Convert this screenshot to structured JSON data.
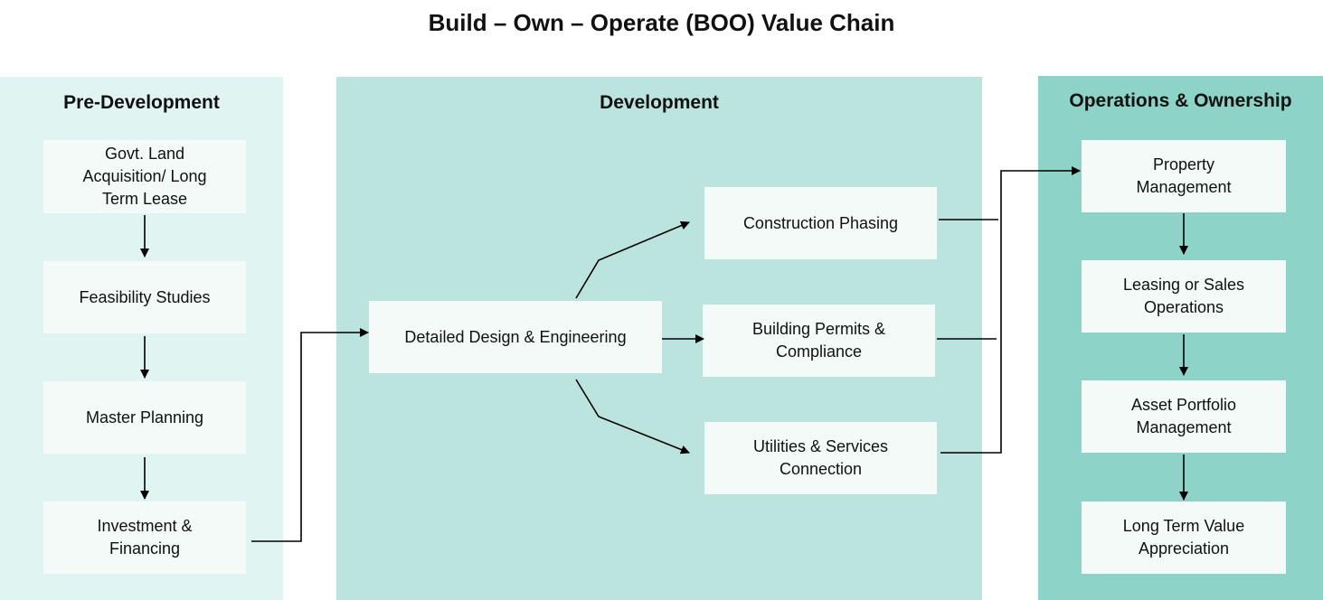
{
  "title": "Build – Own – Operate (BOO) Value Chain",
  "colors": {
    "pre": "#e0f5f1",
    "dev": "#bce4df",
    "ops": "#8dd3c7",
    "box": "#f3faf8"
  },
  "pre_development": {
    "heading": "Pre-Development",
    "steps": [
      "Govt. Land Acquisition/ Long Term Lease",
      "Feasibility Studies",
      "Master Planning",
      "Investment & Financing"
    ]
  },
  "development": {
    "heading": "Development",
    "design": "Detailed Design & Engineering",
    "branches": [
      "Construction Phasing",
      "Building Permits & Compliance",
      "Utilities & Services Connection"
    ]
  },
  "operations": {
    "heading": "Operations & Ownership",
    "steps": [
      "Property Management",
      "Leasing or Sales Operations",
      "Asset Portfolio Management",
      "Long Term Value Appreciation"
    ]
  }
}
